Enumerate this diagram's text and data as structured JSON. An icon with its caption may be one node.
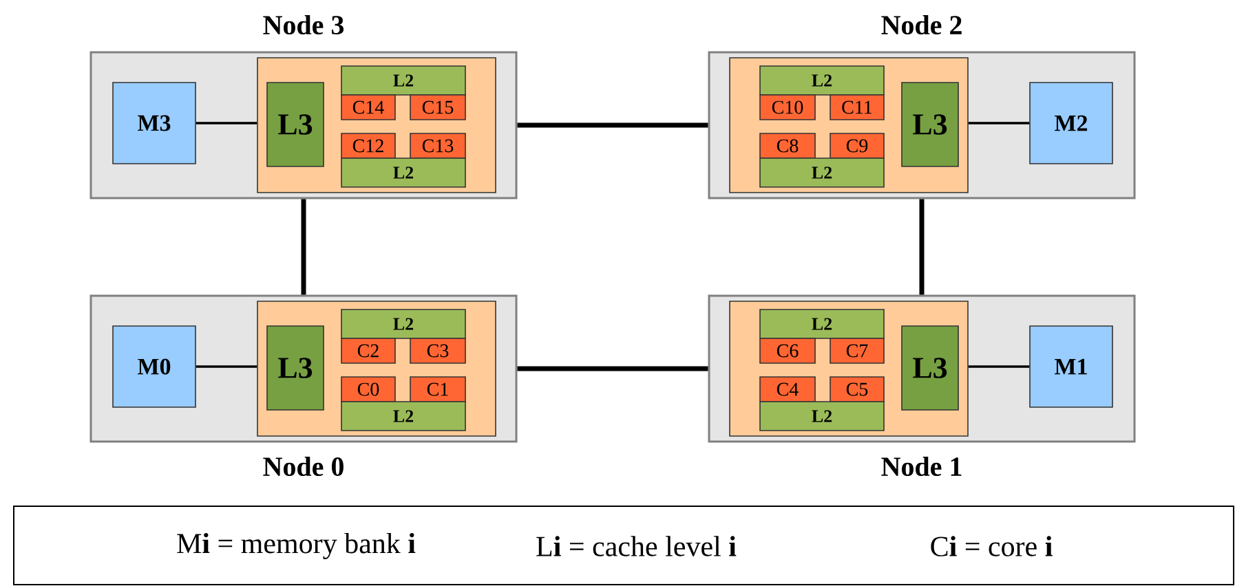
{
  "diagram": {
    "nodes": [
      {
        "text": [
          "Node 3"
        ]
      },
      {
        "text": [
          "M3"
        ],
        "in": 0
      },
      {
        "text": [],
        "shape": "box",
        "in": 0
      },
      {
        "text": [
          "L3"
        ],
        "in": 2
      },
      {
        "text": [
          "L2"
        ],
        "in": 2
      },
      {
        "text": [
          "C14"
        ],
        "in": 2
      },
      {
        "text": [
          "C15"
        ],
        "in": 2
      },
      {
        "text": [
          "C12"
        ],
        "in": 2
      },
      {
        "text": [
          "C13"
        ],
        "in": 2
      },
      {
        "text": [
          "L2"
        ],
        "in": 2
      },
      {
        "text": [
          "Node 2"
        ]
      },
      {
        "text": [],
        "shape": "box",
        "in": 10
      },
      {
        "text": [
          "L2"
        ],
        "in": 11
      },
      {
        "text": [
          "C10"
        ],
        "in": 11
      },
      {
        "text": [
          "C11"
        ],
        "in": 11
      },
      {
        "text": [
          "C8"
        ],
        "in": 11
      },
      {
        "text": [
          "C9"
        ],
        "in": 11
      },
      {
        "text": [
          "L2"
        ],
        "in": 11
      },
      {
        "text": [
          "L3"
        ],
        "in": 11
      },
      {
        "text": [
          "M2"
        ],
        "in": 10
      },
      {
        "text": [
          "Node 0"
        ]
      },
      {
        "text": [
          "M0"
        ],
        "in": 20
      },
      {
        "text": [],
        "shape": "box",
        "in": 20
      },
      {
        "text": [
          "L3"
        ],
        "in": 22
      },
      {
        "text": [
          "L2"
        ],
        "in": 22
      },
      {
        "text": [
          "C2"
        ],
        "in": 22
      },
      {
        "text": [
          "C3"
        ],
        "in": 22
      },
      {
        "text": [
          "C0"
        ],
        "in": 22
      },
      {
        "text": [
          "C1"
        ],
        "in": 22
      },
      {
        "text": [
          "L2"
        ],
        "in": 22
      },
      {
        "text": [
          "Node 1"
        ]
      },
      {
        "text": [],
        "shape": "box",
        "in": 30
      },
      {
        "text": [
          "L2"
        ],
        "in": 31
      },
      {
        "text": [
          "C6"
        ],
        "in": 31
      },
      {
        "text": [
          "C7"
        ],
        "in": 31
      },
      {
        "text": [
          "C4"
        ],
        "in": 31
      },
      {
        "text": [
          "C5"
        ],
        "in": 31
      },
      {
        "text": [
          "L2"
        ],
        "in": 31
      },
      {
        "text": [
          "L3"
        ],
        "in": 31
      },
      {
        "text": [
          "M1"
        ],
        "in": 30
      },
      {
        "text": [
          "M**i** = memory bank **i**",
          "L**i** = cache level **i**",
          "C**i** = core **i**"
        ]
      }
    ],
    "edges": [
      {
        "from": 1,
        "to": 2,
        "arrow": "none"
      },
      {
        "from": 19,
        "to": 11,
        "arrow": "none"
      },
      {
        "from": 21,
        "to": 22,
        "arrow": "none"
      },
      {
        "from": 39,
        "to": 31,
        "arrow": "none"
      },
      {
        "from": 0,
        "to": 10,
        "arrow": "none",
        "style": "thick"
      },
      {
        "from": 0,
        "to": 20,
        "arrow": "none",
        "style": "thick"
      },
      {
        "from": 20,
        "to": 30,
        "arrow": "none",
        "style": "thick"
      },
      {
        "from": 10,
        "to": 30,
        "arrow": "none",
        "style": "thick"
      }
    ]
  }
}
